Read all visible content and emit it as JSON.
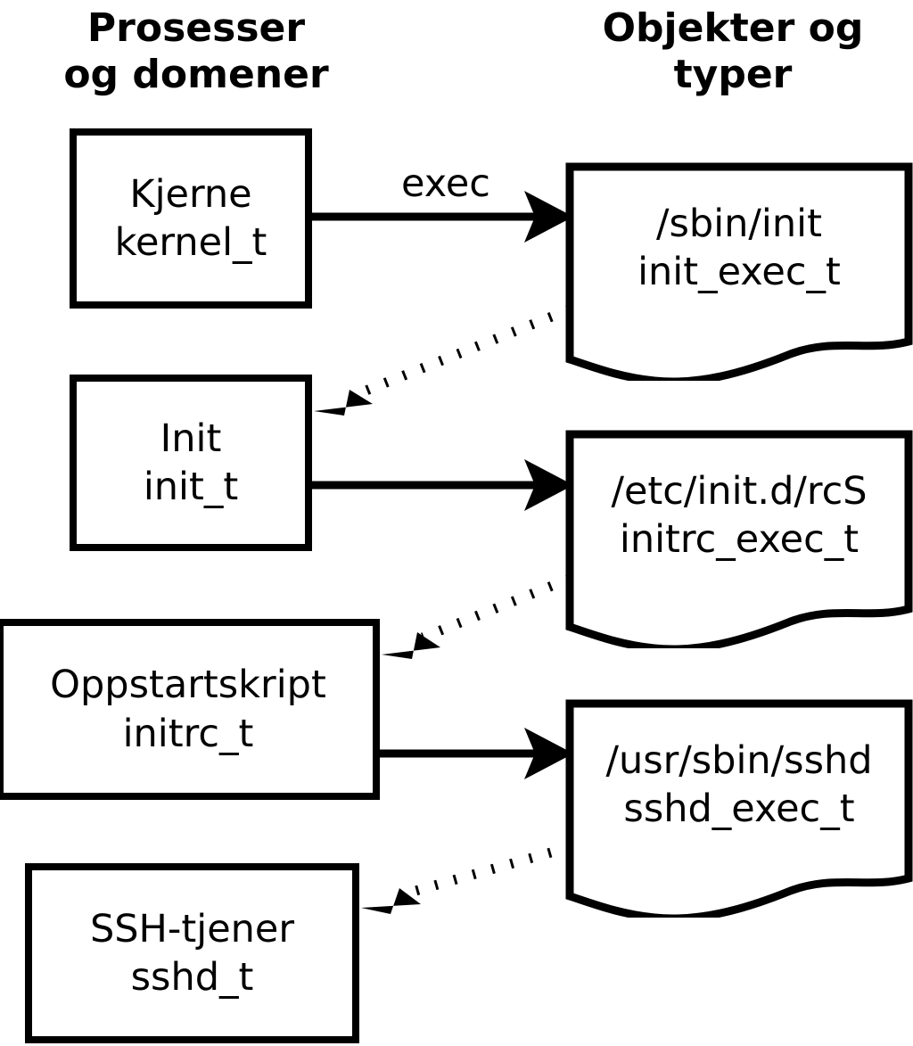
{
  "diagram": {
    "title_columns": {
      "left": "Prosesser\nog domener",
      "right": "Objekter og\ntyper"
    },
    "colors": {
      "stroke": "#000000",
      "fill": "#ffffff",
      "background": "#ffffff"
    },
    "processes": [
      {
        "id": "kernel",
        "name": "Kjerne",
        "type": "kernel_t",
        "label": "Kjerne\nkernel_t"
      },
      {
        "id": "init",
        "name": "Init",
        "type": "init_t",
        "label": "Init\ninit_t"
      },
      {
        "id": "initrc",
        "name": "Oppstartskript",
        "type": "initrc_t",
        "label": "Oppstartskript\ninitrc_t"
      },
      {
        "id": "sshd",
        "name": "SSH-tjener",
        "type": "sshd_t",
        "label": "SSH-tjener\nsshd_t"
      }
    ],
    "objects": [
      {
        "id": "init_exec",
        "path": "/sbin/init",
        "type": "init_exec_t",
        "label": "/sbin/init\ninit_exec_t"
      },
      {
        "id": "initrc_exec",
        "path": "/etc/init.d/rcS",
        "type": "initrc_exec_t",
        "label": "/etc/init.d/rcS\ninitrc_exec_t"
      },
      {
        "id": "sshd_exec",
        "path": "/usr/sbin/sshd",
        "type": "sshd_exec_t",
        "label": "/usr/sbin/sshd\nsshd_exec_t"
      }
    ],
    "edges": [
      {
        "id": "e1",
        "from": "kernel",
        "to": "init_exec",
        "style": "solid",
        "label": "exec"
      },
      {
        "id": "e2",
        "from": "init_exec",
        "to": "init",
        "style": "dotted",
        "label": ""
      },
      {
        "id": "e3",
        "from": "init",
        "to": "initrc_exec",
        "style": "solid",
        "label": ""
      },
      {
        "id": "e4",
        "from": "initrc_exec",
        "to": "initrc",
        "style": "dotted",
        "label": ""
      },
      {
        "id": "e5",
        "from": "initrc",
        "to": "sshd_exec",
        "style": "solid",
        "label": ""
      },
      {
        "id": "e6",
        "from": "sshd_exec",
        "to": "sshd",
        "style": "dotted",
        "label": ""
      }
    ]
  }
}
